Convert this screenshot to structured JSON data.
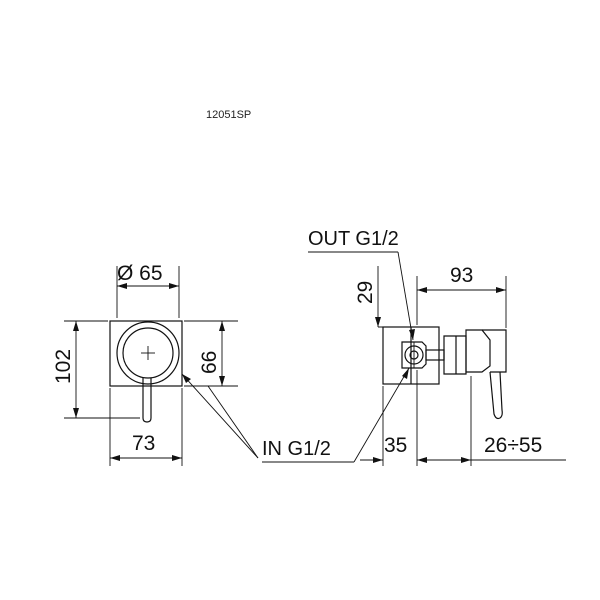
{
  "product_code": "12051SP",
  "front_view": {
    "diameter": "Ø 65",
    "height": "102",
    "width": "73",
    "inner_height": "66"
  },
  "side_view": {
    "outlet_label": "OUT G1/2",
    "inlet_label": "IN G1/2",
    "top_offset": "29",
    "depth": "93",
    "body_depth": "35",
    "wall_range": "26÷55"
  }
}
